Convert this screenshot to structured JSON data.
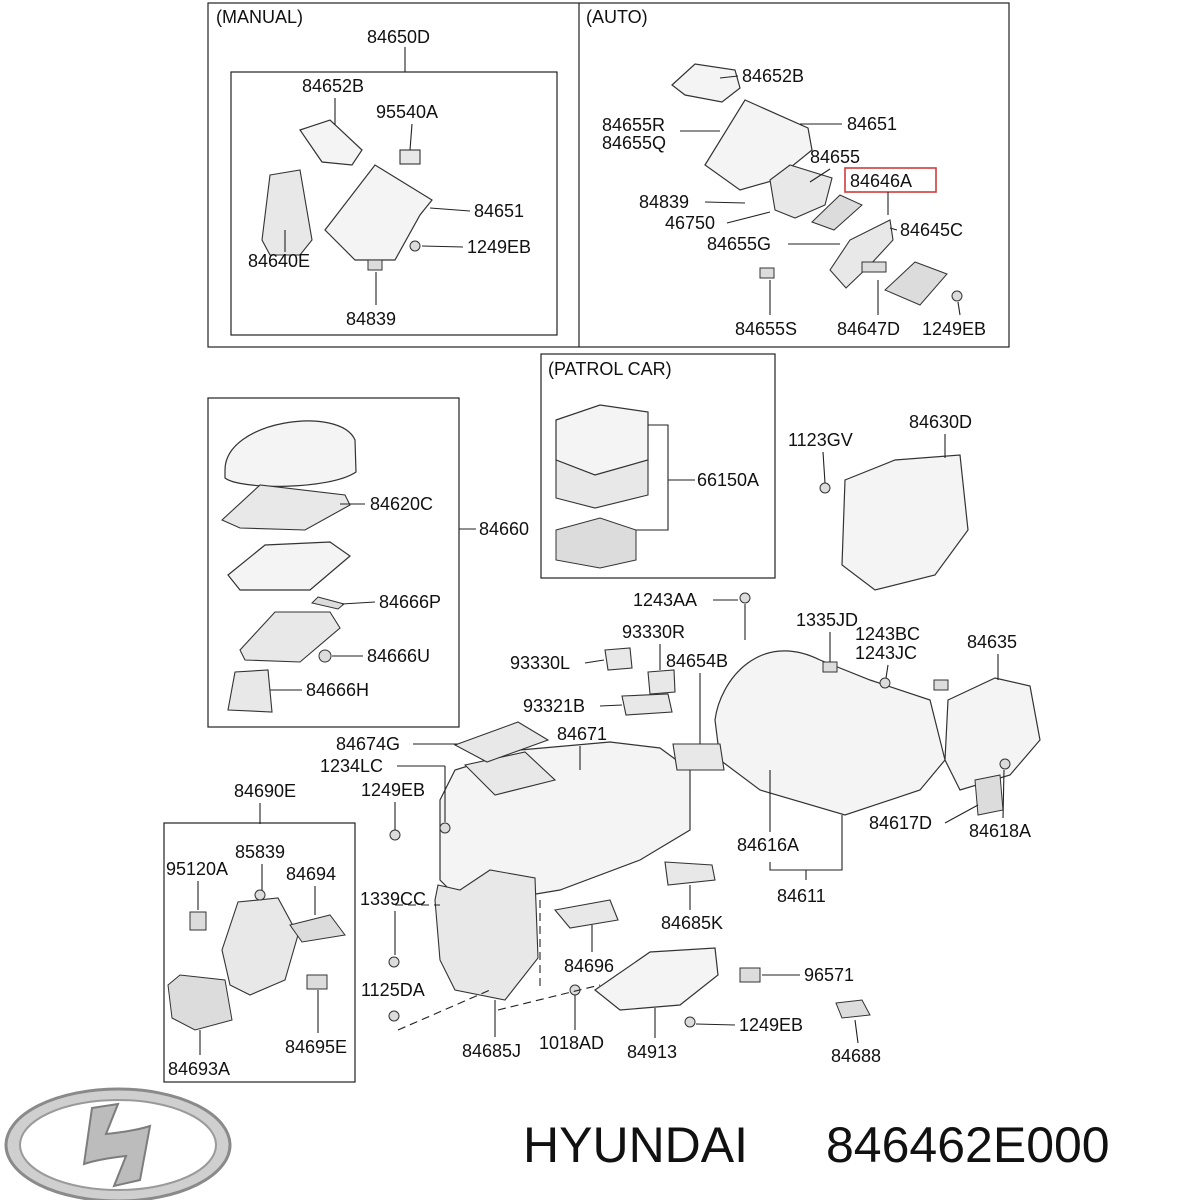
{
  "sections": {
    "manual": "(MANUAL)",
    "auto": "(AUTO)",
    "patrol": "(PATROL CAR)"
  },
  "highlight_color": "#d23b3b",
  "labels": {
    "m_84650D": "84650D",
    "m_84652B": "84652B",
    "m_95540A": "95540A",
    "m_84651": "84651",
    "m_84640E": "84640E",
    "m_1249EB": "1249EB",
    "m_84839": "84839",
    "a_84652B": "84652B",
    "a_84655R": "84655R",
    "a_84655Q": "84655Q",
    "a_84651": "84651",
    "a_84655": "84655",
    "a_84646A": "84646A",
    "a_84839": "84839",
    "a_46750": "46750",
    "a_84655G": "84655G",
    "a_84645C": "84645C",
    "a_84655S": "84655S",
    "a_84647D": "84647D",
    "a_1249EB": "1249EB",
    "p_66150A": "66150A",
    "c_84620C": "84620C",
    "c_84660": "84660",
    "c_84666P": "84666P",
    "c_84666U": "84666U",
    "c_84666H": "84666H",
    "r_1123GV": "1123GV",
    "r_84630D": "84630D",
    "r_1243AA": "1243AA",
    "r_1335JD": "1335JD",
    "r_1243BC": "1243BC",
    "r_1243JC": "1243JC",
    "r_84635": "84635",
    "r_93330R": "93330R",
    "r_93330L": "93330L",
    "r_84654B": "84654B",
    "r_93321B": "93321B",
    "r_84674G": "84674G",
    "r_84671": "84671",
    "r_1234LC": "1234LC",
    "r_1249EB_a": "1249EB",
    "r_84690E": "84690E",
    "r_84616A": "84616A",
    "r_84617D": "84617D",
    "r_84618A": "84618A",
    "r_84611": "84611",
    "r_84685K": "84685K",
    "r_85839": "85839",
    "r_95120A": "95120A",
    "r_84694": "84694",
    "r_1339CC": "1339CC",
    "r_84696": "84696",
    "r_96571": "96571",
    "r_1125DA": "1125DA",
    "r_1249EB_b": "1249EB",
    "r_84695E": "84695E",
    "r_84685J": "84685J",
    "r_1018AD": "1018AD",
    "r_84913": "84913",
    "r_84693A": "84693A",
    "r_84688": "84688"
  },
  "footer": {
    "brand": "HYUNDAI",
    "part_number": "846462E000",
    "logo_icon": "hyundai-logo-icon"
  }
}
